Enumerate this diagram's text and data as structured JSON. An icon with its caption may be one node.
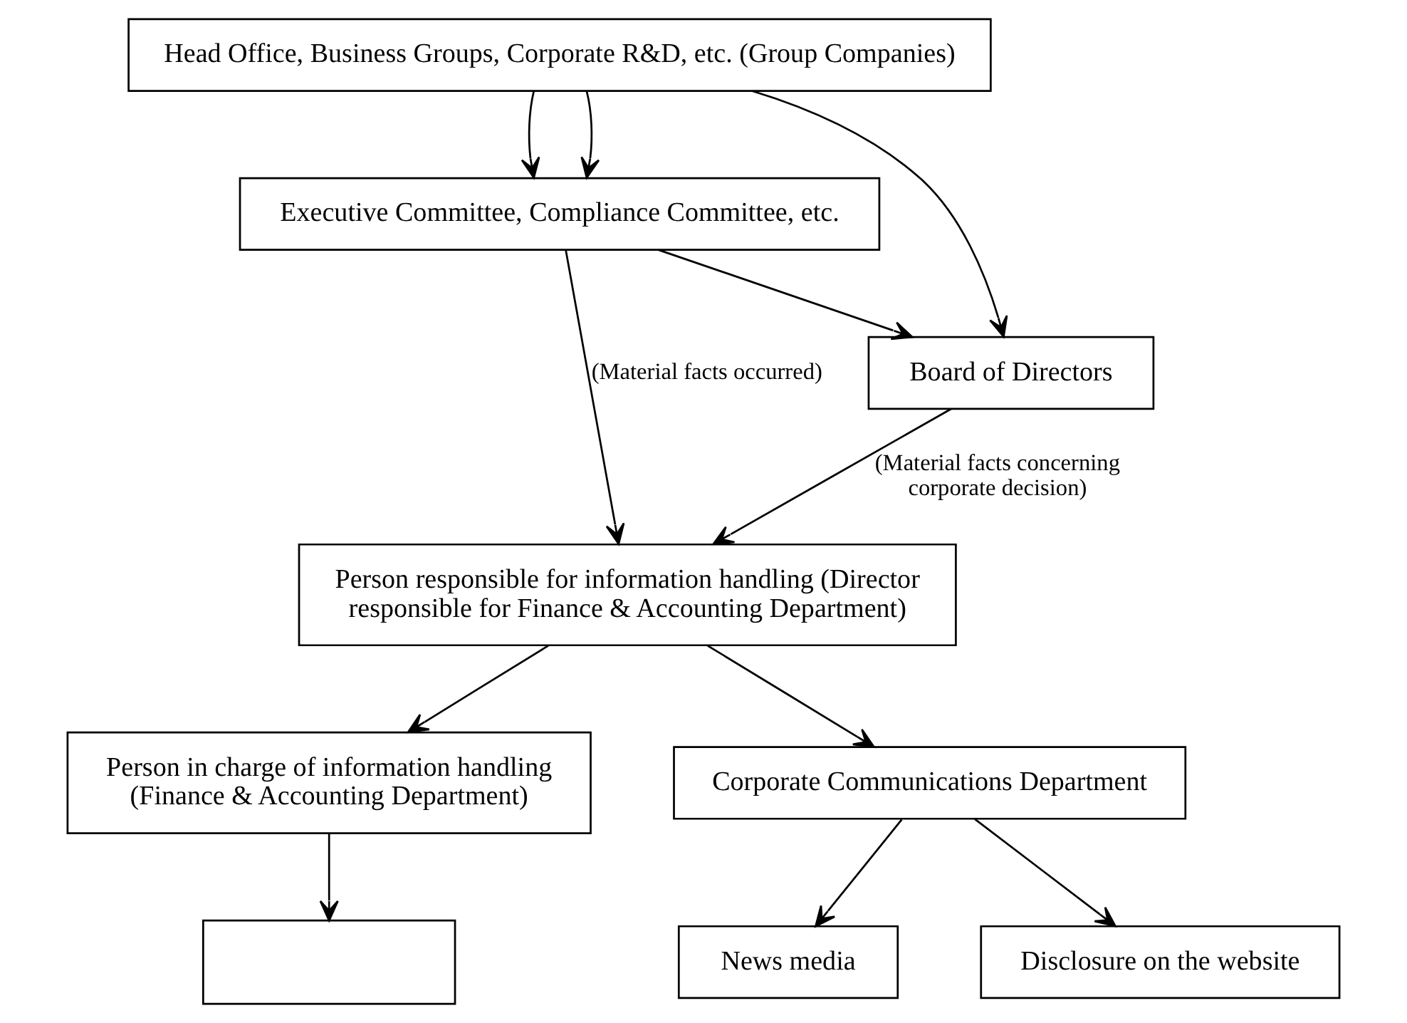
{
  "diagram": {
    "nodes": [
      {
        "text": [
          "Head Office, Business Groups, Corporate R&D, etc. (Group Companies)"
        ]
      },
      {
        "text": [
          "Executive Committee, Compliance Committee, etc."
        ]
      },
      {
        "text": [
          "Board of Directors"
        ]
      },
      {
        "text": [
          "Person responsible for information handling (Director responsible for Finance & Accounting Department)"
        ]
      },
      {
        "text": [
          "Person in charge of information handling (Finance & Accounting Department)"
        ]
      },
      {
        "text": [
          "Corporate Communications Department"
        ]
      },
      {
        "text": [],
        "shape": "box"
      },
      {
        "text": [
          "News media"
        ]
      },
      {
        "text": [
          "Disclosure on the website"
        ]
      }
    ],
    "edges": [
      {
        "from": 0,
        "to": 1,
        "arrow": "to"
      },
      {
        "from": 0,
        "to": 1,
        "arrow": "to"
      },
      {
        "from": 0,
        "to": 2,
        "arrow": "to"
      },
      {
        "from": 1,
        "to": 2,
        "arrow": "to"
      },
      {
        "from": 2,
        "to": 3,
        "arrow": "to",
        "label": "(Material facts concerning corporate decision)"
      },
      {
        "from": 1,
        "to": 3,
        "arrow": "to",
        "label": "(Material facts occurred)"
      },
      {
        "from": 3,
        "to": 4,
        "arrow": "to"
      },
      {
        "from": 3,
        "to": 5,
        "arrow": "to"
      },
      {
        "from": 4,
        "to": 6,
        "arrow": "to"
      },
      {
        "from": 5,
        "to": 7,
        "arrow": "to"
      },
      {
        "from": 5,
        "to": 8,
        "arrow": "to"
      }
    ]
  }
}
